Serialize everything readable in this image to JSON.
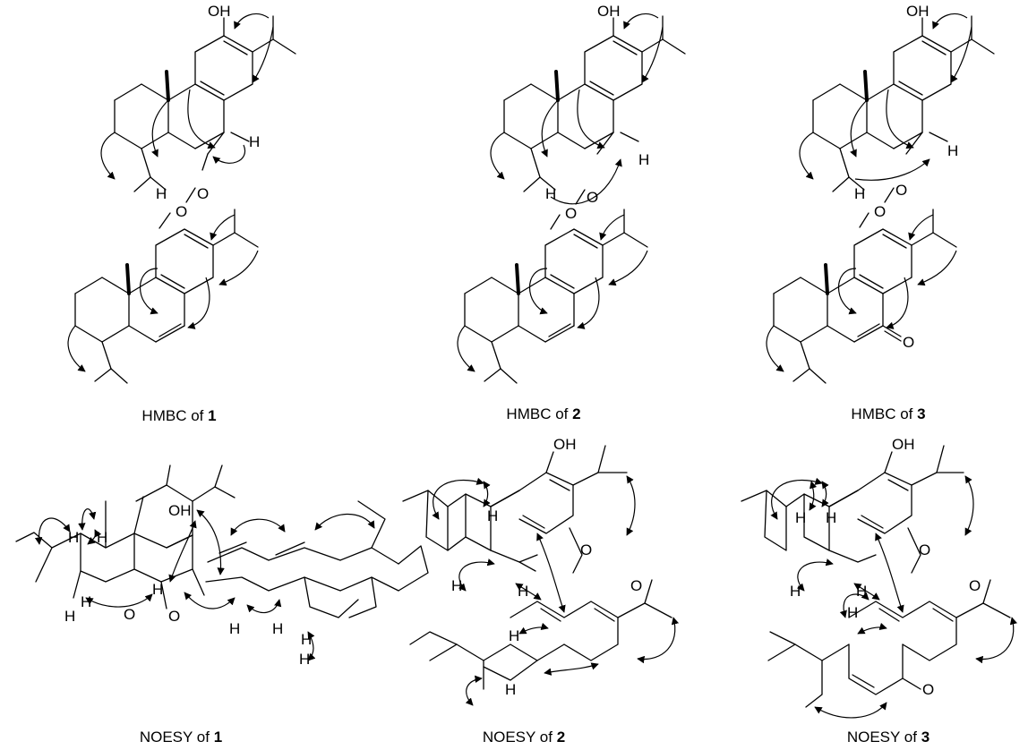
{
  "atom_labels": {
    "oh": "OH",
    "h": "H",
    "o": "O"
  },
  "captions": [
    {
      "prefix": "HMBC of ",
      "number": "1"
    },
    {
      "prefix": "HMBC of ",
      "number": "2"
    },
    {
      "prefix": "HMBC of ",
      "number": "3"
    },
    {
      "prefix": "NOESY of ",
      "number": "1"
    },
    {
      "prefix": "NOESY of ",
      "number": "2"
    },
    {
      "prefix": "NOESY of ",
      "number": "3"
    }
  ]
}
